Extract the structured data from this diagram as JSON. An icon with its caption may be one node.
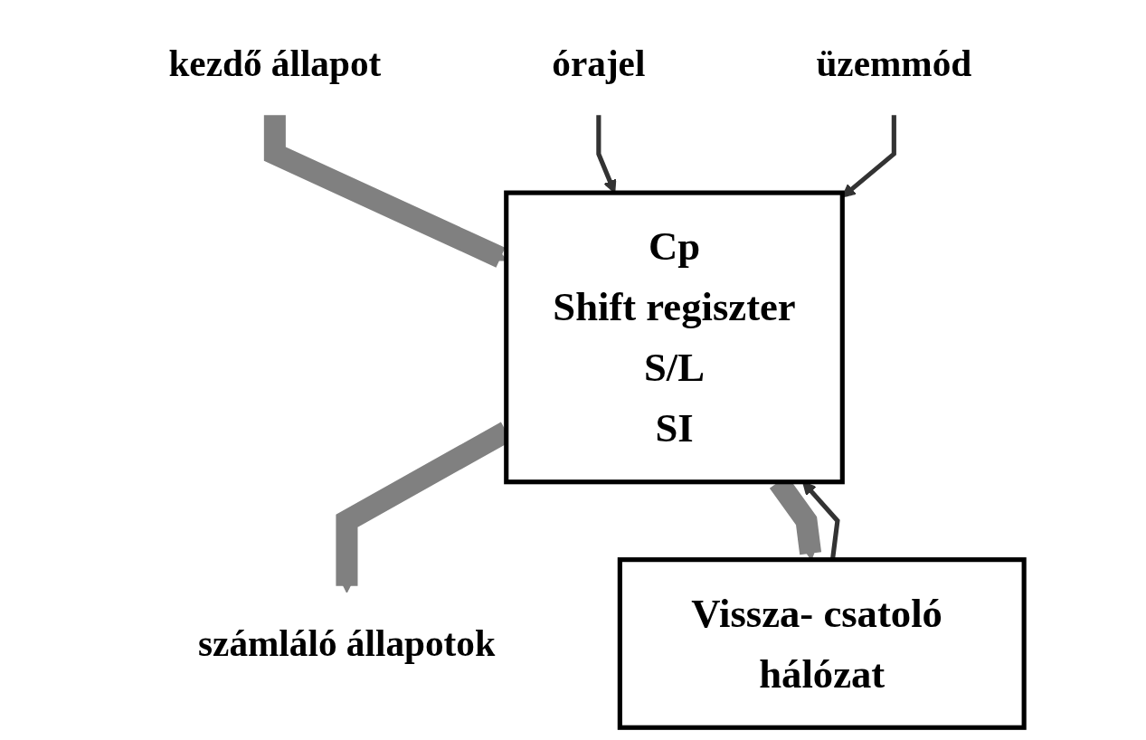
{
  "diagram": {
    "nodes": [
      {
        "text": [
          "Cp",
          "Shift regiszter",
          "S/L",
          "SI"
        ]
      },
      {
        "text": [
          "Vissza- csatoló hálózat"
        ]
      },
      {
        "text": [
          "kezdő állapot"
        ]
      },
      {
        "text": [
          "órajel"
        ]
      },
      {
        "text": [
          "üzemmód"
        ]
      },
      {
        "text": [
          "számláló állapotok"
        ]
      }
    ],
    "edges": [
      {
        "from": 2,
        "to": 0,
        "arrow": "to",
        "style": "thick",
        "color": "#808080"
      },
      {
        "from": 3,
        "to": 0,
        "arrow": "to"
      },
      {
        "from": 4,
        "to": 0,
        "arrow": "to"
      },
      {
        "from": 0,
        "to": 5,
        "arrow": "to",
        "style": "thick",
        "color": "#808080"
      },
      {
        "from": 0,
        "to": 1,
        "arrow": "to",
        "style": "thick",
        "color": "#808080"
      },
      {
        "from": 1,
        "to": 0,
        "arrow": "to"
      }
    ]
  }
}
